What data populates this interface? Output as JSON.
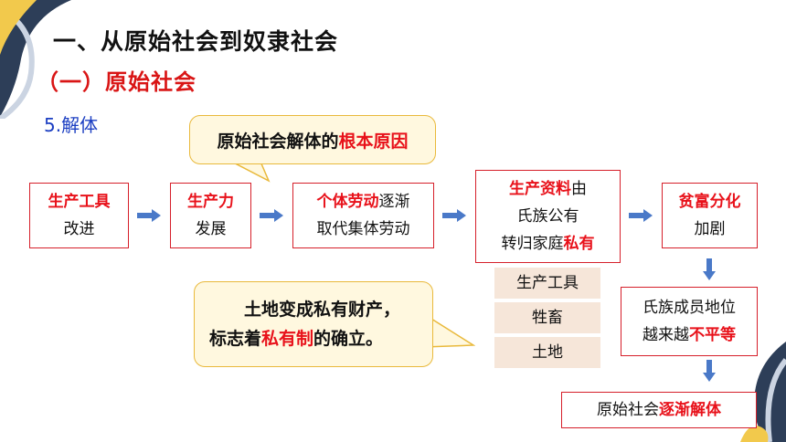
{
  "title_main": "一、从原始社会到奴隶社会",
  "title_sub": "（一）原始社会",
  "section": "5.解体",
  "callout_top": {
    "text_a": "原始社会解体的",
    "text_b": "根本原因"
  },
  "callout_bottom": {
    "line1": "土地变成私有财产，",
    "line2_a": "标志着",
    "line2_b": "私有制",
    "line2_c": "的确立。"
  },
  "flow": {
    "b1": {
      "red": "生产工具",
      "rest": "改进"
    },
    "b2": {
      "red": "生产力",
      "rest": "发展"
    },
    "b3": {
      "red": "个体劳动",
      "tail": "逐渐",
      "rest": "取代集体劳动"
    },
    "b4": {
      "red": "生产资料",
      "tail": "由",
      "mid": "氏族公有",
      "line3_a": "转归家庭",
      "line3_b": "私有"
    },
    "b5": {
      "red": "贫富分化",
      "rest": "加剧"
    },
    "b6": {
      "line1": "氏族成员地位",
      "line2_a": "越来越",
      "line2_b": "不平等"
    },
    "b7": {
      "a": "原始社会",
      "b": "逐渐解体"
    }
  },
  "means": [
    "生产工具",
    "牲畜",
    "土地"
  ],
  "colors": {
    "accent_red": "#e8111a",
    "blue_text": "#1b3ec2",
    "arrow_blue": "#4a79c8",
    "callout_bg": "#fff8df",
    "callout_border": "#e9b93b"
  }
}
